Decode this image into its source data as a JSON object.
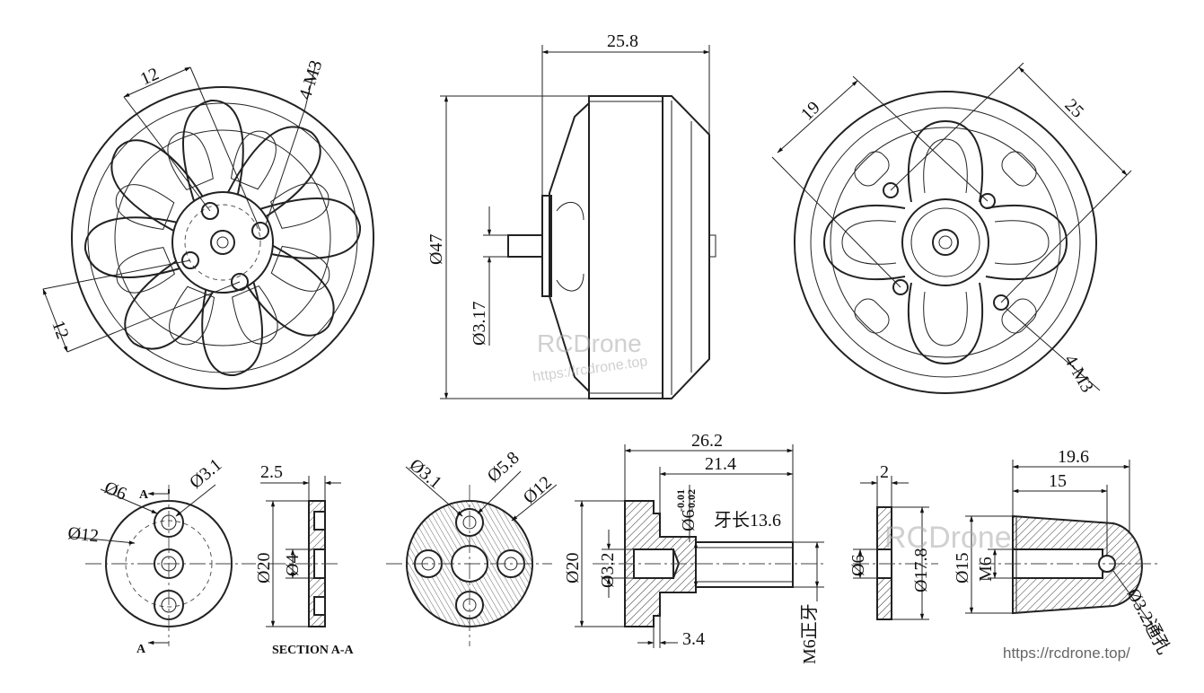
{
  "dims": {
    "front_12_top": "12",
    "front_4m3": "4-M3",
    "front_12_left": "12",
    "side_width": "25.8",
    "side_dia47": "Ø47",
    "side_shaft": "Ø3.17",
    "back_19": "19",
    "back_25": "25",
    "back_4m3": "4-M3",
    "a1_d6": "Ø6",
    "a1_d31": "Ø3.1",
    "a1_d12": "Ø12",
    "a1_sectA": "A",
    "a1_sectA2": "A",
    "b1_25": "2.5",
    "b1_d20": "Ø20",
    "b1_d4": "Ø4",
    "b1_section": "SECTION A-A",
    "c1_d31": "Ø3.1",
    "c1_d58": "Ø5.8",
    "c1_d12": "Ø12",
    "d1_262": "26.2",
    "d1_214": "21.4",
    "d1_tol": "-0.01\n-0.02",
    "d1_d6": "Ø6",
    "d1_thread": "牙长13.6",
    "d1_d20": "Ø20",
    "d1_d32": "Ø3.2",
    "d1_34": "3.4",
    "d1_m6": "M6正牙",
    "e1_2": "2",
    "e1_d6": "Ø6",
    "e1_d178": "Ø17.8",
    "f1_196": "19.6",
    "f1_15": "15",
    "f1_d15": "Ø15",
    "f1_m6": "M6",
    "f1_d32": "Ø3.2通孔"
  },
  "watermark": {
    "brand1": "RCDrone",
    "url1": "https://rcdrone.top",
    "brand2": "RCDrone",
    "url2": "https://rcdrone.top/"
  }
}
